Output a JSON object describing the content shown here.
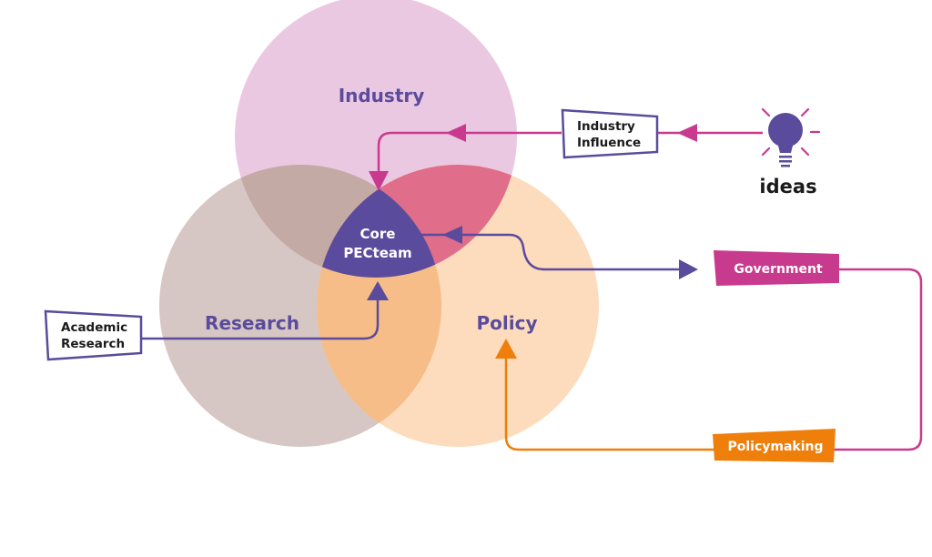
{
  "diagram": {
    "circles": [
      {
        "id": "industry",
        "label": "Industry",
        "color": "#e8c4e0"
      },
      {
        "id": "research",
        "label": "Research",
        "color": "#d5c4c2"
      },
      {
        "id": "policy",
        "label": "Policy",
        "color": "#fcdcbd"
      }
    ],
    "core": {
      "line1": "Core",
      "line2": "PECteam",
      "color": "#5b4b9c"
    },
    "nodes": {
      "industry_influence": {
        "line1": "Industry",
        "line2": "Influence"
      },
      "academic_research": {
        "line1": "Academic",
        "line2": "Research"
      },
      "government": {
        "label": "Government",
        "color": "#c83a8e"
      },
      "policymaking": {
        "label": "Policymaking",
        "color": "#ee7f0a"
      },
      "ideas": {
        "label": "ideas",
        "icon": "lightbulb-icon"
      }
    },
    "colors": {
      "purple": "#5b4b9c",
      "magenta": "#c83a8e",
      "orange": "#ee7f0a",
      "industry_policy_overlap": "#e06d8c",
      "research_industry_overlap": "#c6aaa6",
      "research_policy_overlap": "#f5b57f"
    }
  }
}
